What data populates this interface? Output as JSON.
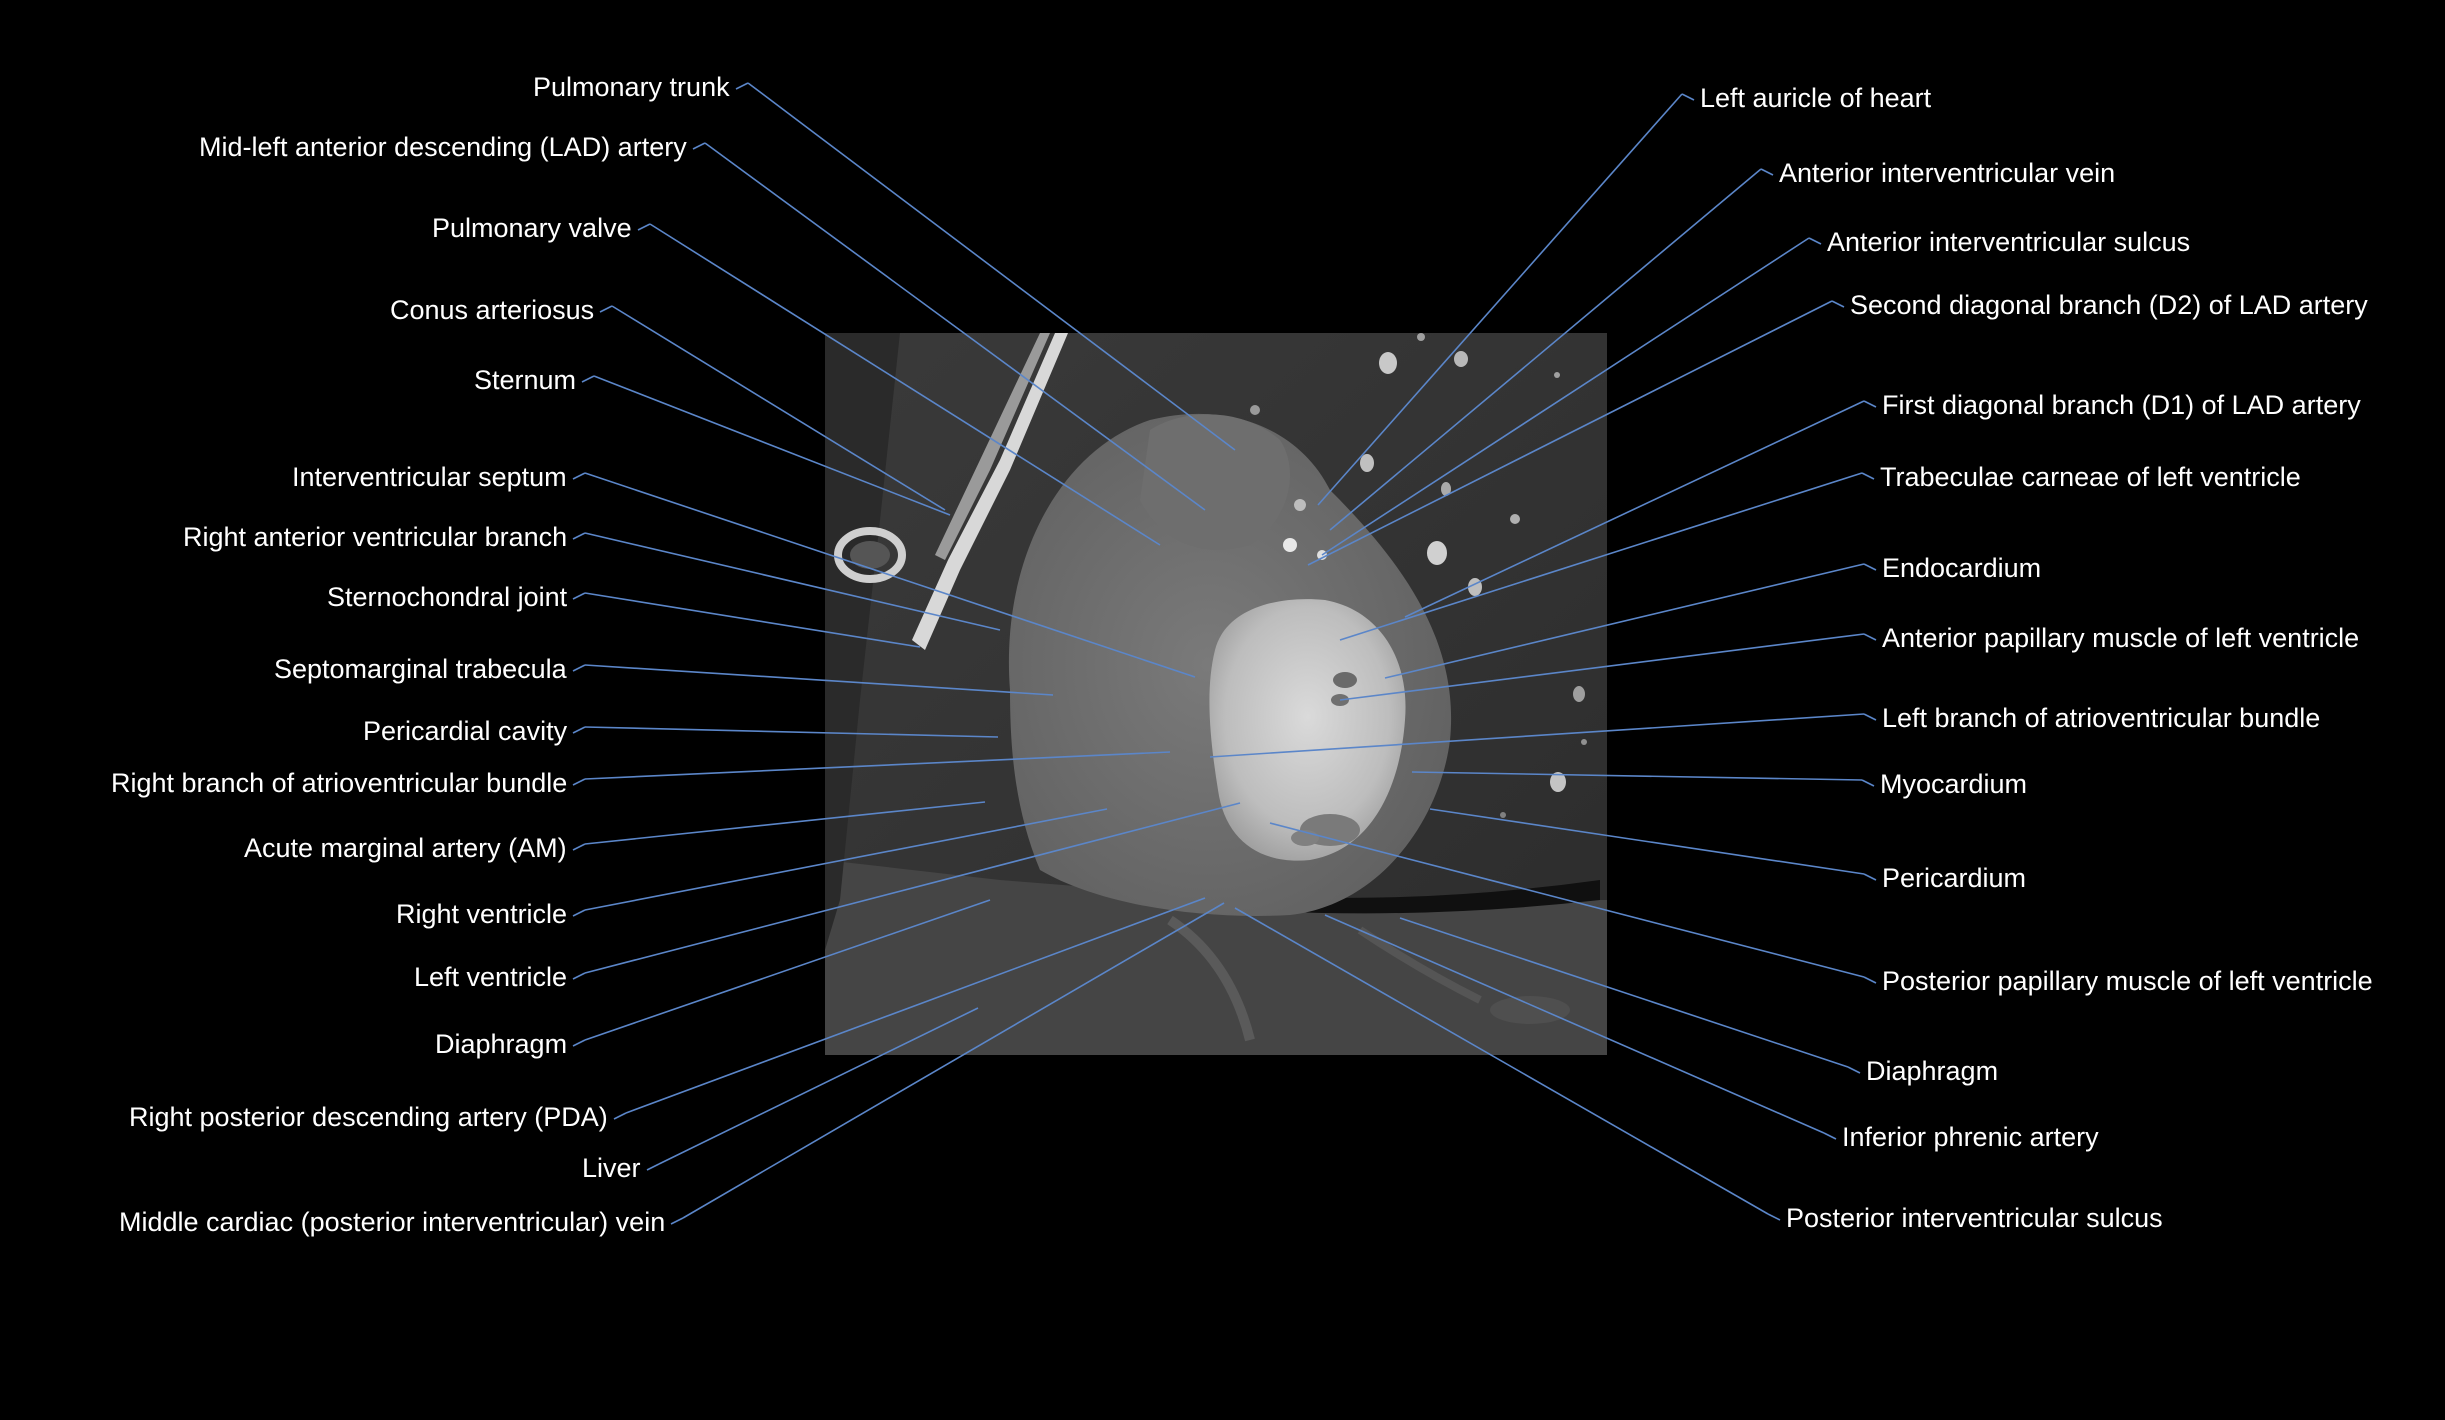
{
  "colors": {
    "background": "#000000",
    "label_text": "#ffffff",
    "leader_line": "#5b86c9"
  },
  "labels_left": [
    "Pulmonary trunk",
    "Mid-left anterior descending (LAD) artery",
    "Pulmonary valve",
    "Conus arteriosus",
    "Sternum",
    "Interventricular septum",
    "Right anterior ventricular branch",
    "Sternochondral joint",
    "Septomarginal trabecula",
    "Pericardial cavity",
    "Right branch of atrioventricular bundle",
    "Acute marginal artery (AM)",
    "Right ventricle",
    "Left ventricle",
    "Diaphragm",
    "Right posterior descending artery (PDA)",
    "Liver",
    "Middle cardiac (posterior interventricular) vein"
  ],
  "labels_right": [
    "Left auricle of heart",
    "Anterior interventricular vein",
    "Anterior interventricular sulcus",
    "Second diagonal branch (D2) of LAD artery",
    "First diagonal branch (D1) of LAD artery",
    "Trabeculae carneae of left ventricle",
    "Endocardium",
    "Anterior papillary muscle of left ventricle",
    "Left branch of atrioventricular bundle",
    "Myocardium",
    "Pericardium",
    "Posterior papillary muscle of left ventricle",
    "Diaphragm",
    "Inferior phrenic artery",
    "Posterior interventricular sulcus"
  ]
}
